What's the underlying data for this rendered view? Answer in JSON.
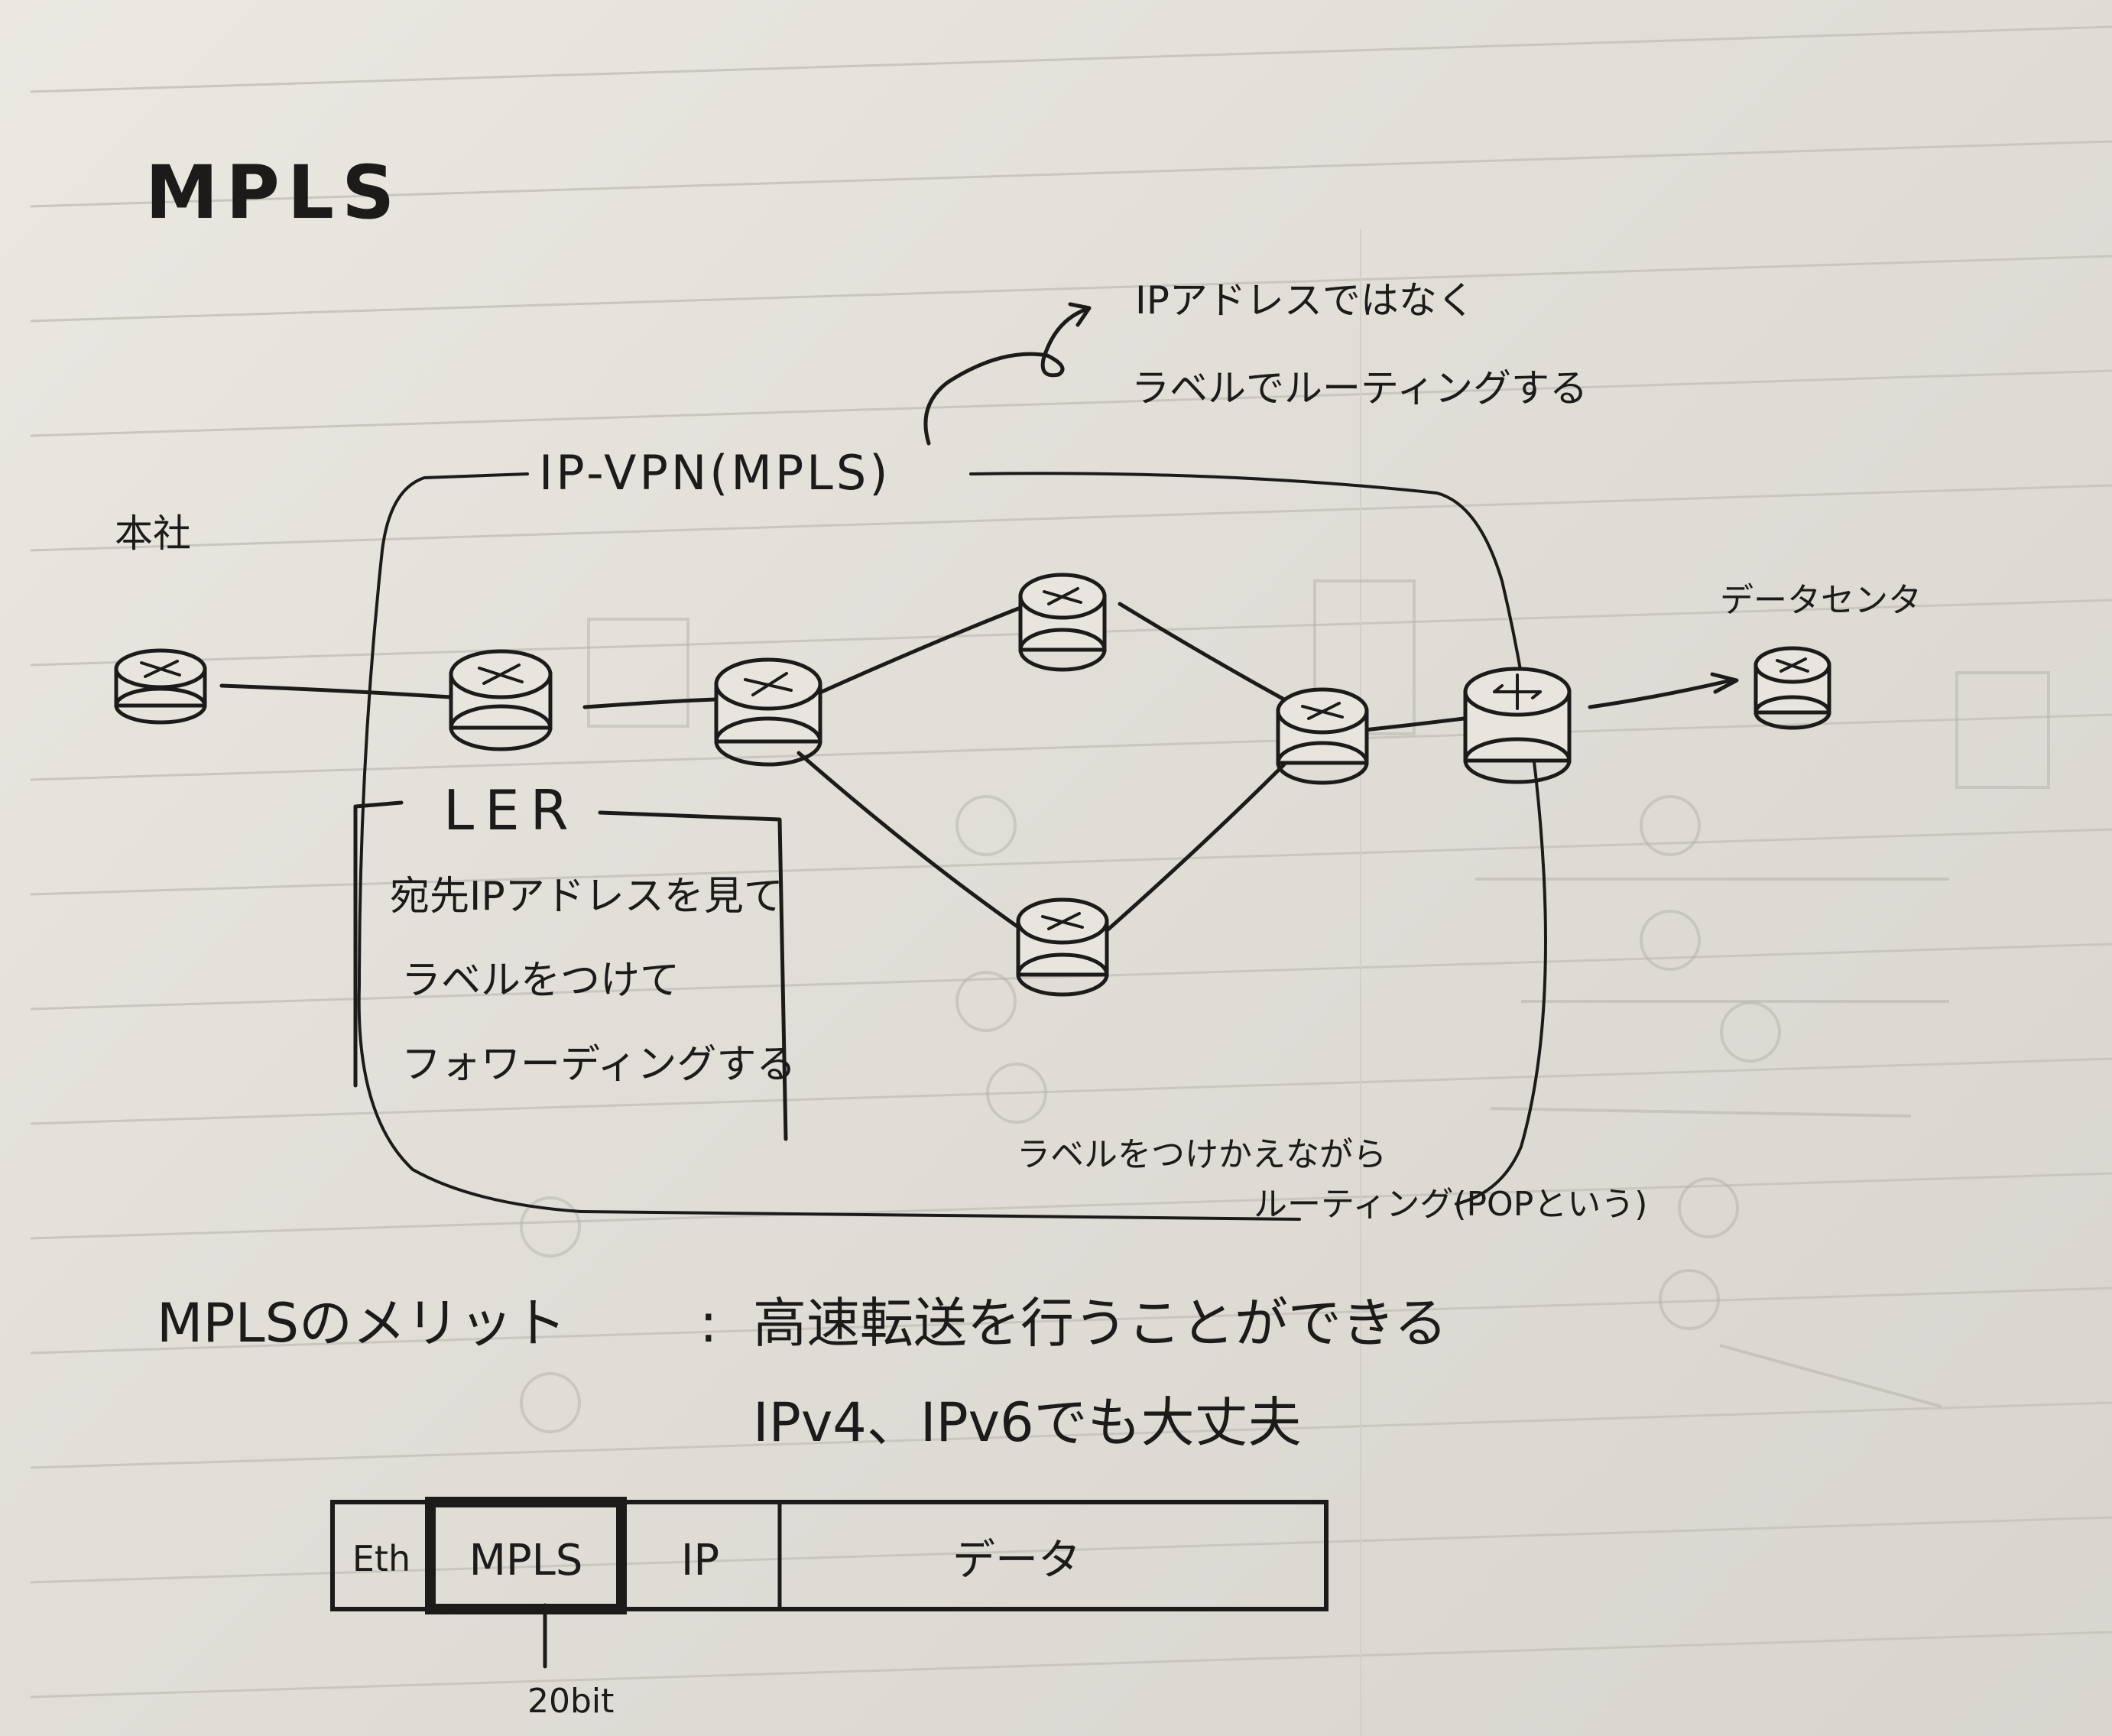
{
  "title": "MPLS",
  "cloud_label": "IP-VPN(MPLS)",
  "note_top": [
    "IPアドレスではなく",
    "ラベルでルーティングする"
  ],
  "site_left": "本社",
  "site_right": "データセンタ",
  "ler_box": {
    "heading": "LER",
    "lines": [
      "宛先IPアドレスを見て",
      "ラベルをつけて",
      "フォワーディングする"
    ]
  },
  "note_bottom": [
    "ラベルをつけかえながら",
    "ルーティング(POPという)"
  ],
  "merit": {
    "label": "MPLSのメリット",
    "separator": ":",
    "points": [
      "高速転送を行うことができる",
      "IPv4、IPv6でも大丈夫"
    ]
  },
  "packet": {
    "fields": [
      "Eth",
      "MPLS",
      "IP",
      "データ"
    ],
    "mpls_size": "20bit"
  }
}
